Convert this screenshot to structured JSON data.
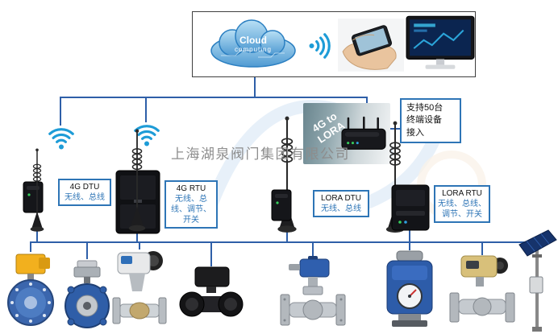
{
  "watermark": {
    "company": "上海湖泉阀门集团有限公司"
  },
  "cloud": {
    "line1": "Cloud",
    "line2": "computing"
  },
  "gateway": {
    "label": "4G to\nLORA"
  },
  "support_box": {
    "text": "支持50台\n终端设备\n接入"
  },
  "devices": [
    {
      "label": "4G DTU",
      "desc": "无线、总线"
    },
    {
      "label": "4G RTU",
      "desc": "无线、总线、调节、开关"
    },
    {
      "label": "LORA DTU",
      "desc": "无线、总线"
    },
    {
      "label": "LORA RTU",
      "desc": "无线、总线、调节、开关"
    }
  ],
  "colors": {
    "line_blue": "#2e5fa8",
    "box_border_blue": "#2e75b6",
    "wifi_blue": "#1e9cd7",
    "watermark_gray": "#8d8d8d"
  },
  "icons": {
    "wifi-icon": "wifi signal arcs",
    "cloud-computing-icon": "blue cloud",
    "antenna-icon": "whip antenna with coil and cone base",
    "router-icon": "black gateway router with antennas",
    "monitor-icon": "desktop monitor with blue screen",
    "phone-in-hand-icon": "hand holding smartphone",
    "solar-panel-icon": "solar panel on pole"
  },
  "products": [
    "butterfly-valve-yellow-actuator",
    "butterfly-valve-blue-wafer",
    "gate-valve-electric-actuator",
    "ball-valve-black-union",
    "ball-valve-blue-actuator-flanged",
    "large-blue-actuator-with-gauge",
    "ball-valve-tan-actuator-flanged",
    "solar-power-pole"
  ]
}
